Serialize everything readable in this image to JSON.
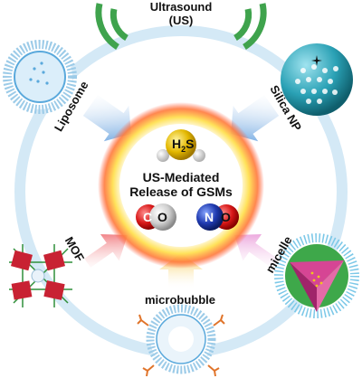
{
  "labels": {
    "ultrasound_line1": "Ultrasound",
    "ultrasound_line2": "(US)",
    "liposome": "Liposome",
    "silica_np": "Silica NP",
    "mof": "MOF",
    "micelle": "micelle",
    "microbubble": "microbubble",
    "center_line1": "US-Mediated",
    "center_line2": "Release of GSMs"
  },
  "molecules": {
    "h2s_h": "H",
    "h2s_sub": "2",
    "h2s_s": "S",
    "co_c": "C",
    "co_o": "O",
    "no_n": "N",
    "no_o": "O"
  },
  "colors": {
    "ring": "#cfe6f5",
    "green_waves": "#3fa34d",
    "glow_outer": "#ff8a5c",
    "glow_inner": "#ffd23f",
    "arrow_blue": "#4a90d9",
    "arrow_red": "#e8333a",
    "arrow_pink": "#e070c8",
    "arrow_yellow": "#f6c542",
    "liposome_blue": "#5aa9dc",
    "silica_teal": "#2aa1b5",
    "micelle_pink": "#d64594",
    "mof_red": "#c82233"
  }
}
